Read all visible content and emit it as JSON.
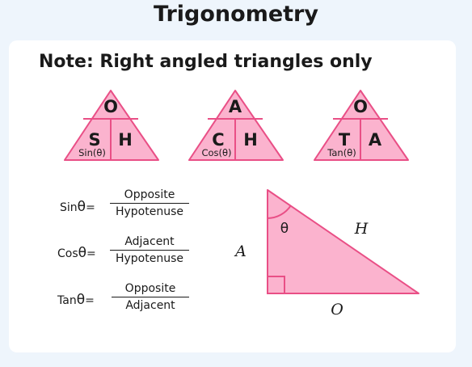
{
  "title": "Trigonometry",
  "note": "Note: Right angled triangles only",
  "colors": {
    "fill": "#fbb3ce",
    "stroke": "#e94f86",
    "background": "#eef5fc",
    "card": "#ffffff"
  },
  "triangles": [
    {
      "top": "O",
      "left": "S",
      "right": "H",
      "label": "Sin(θ)"
    },
    {
      "top": "A",
      "left": "C",
      "right": "H",
      "label": "Cos(θ)"
    },
    {
      "top": "O",
      "left": "T",
      "right": "A",
      "label": "Tan(θ)"
    }
  ],
  "formulas": [
    {
      "func": "Sin",
      "theta": "θ",
      "eq": "=",
      "numerator": "Opposite",
      "denominator": "Hypotenuse"
    },
    {
      "func": "Cos",
      "theta": "θ",
      "eq": "=",
      "numerator": "Adjacent",
      "denominator": "Hypotenuse"
    },
    {
      "func": "Tan",
      "theta": "θ",
      "eq": "=",
      "numerator": "Opposite",
      "denominator": "Adjacent"
    }
  ],
  "right_triangle": {
    "angle": "θ",
    "adjacent": "A",
    "hypotenuse": "H",
    "opposite": "O"
  }
}
